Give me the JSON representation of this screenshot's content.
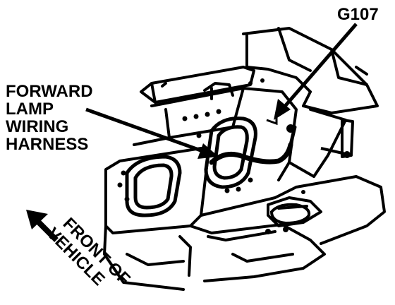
{
  "labels": {
    "ground": "G107",
    "harness_line1": "FORWARD",
    "harness_line2": "LAMP",
    "harness_line3": "WIRING",
    "harness_line4": "HARNESS",
    "front_line1": "FRONT OF",
    "front_line2": "VEHICLE"
  },
  "colors": {
    "ink": "#000000",
    "paper": "#ffffff"
  }
}
